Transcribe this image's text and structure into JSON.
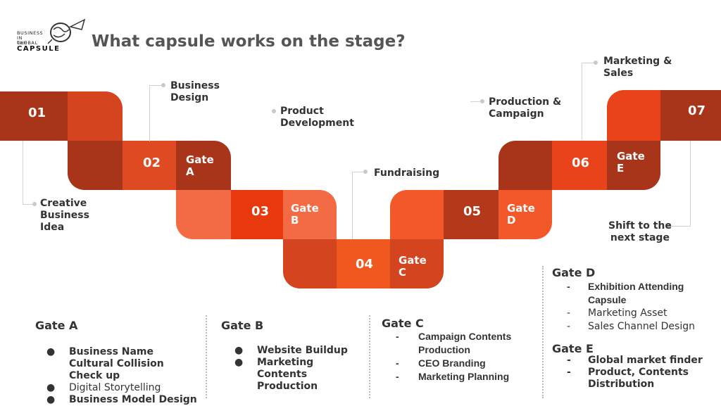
{
  "title": "What capsule works on the stage?",
  "logo": {
    "line1": "BUSINESS",
    "line2": "IN THE",
    "line3": "GLOBAL",
    "name": "CAPSULE"
  },
  "steps": {
    "s01": "01",
    "s02": "02",
    "s03": "03",
    "s04": "04",
    "s05": "05",
    "s06": "06",
    "s07": "07"
  },
  "gates": {
    "a": "Gate\nA",
    "b": "Gate\nB",
    "c": "Gate\nC",
    "d": "Gate\nD",
    "e": "Gate\nE"
  },
  "captions": {
    "creative": "Creative\nBusiness\nIdea",
    "business_design": "Business\nDesign",
    "product_dev": "Product\nDevelopment",
    "fundraising": "Fundraising",
    "production": "Production &\nCampaign",
    "marketing": "Marketing &\nSales",
    "shift": "Shift to the\nnext stage"
  },
  "colors": {
    "dark": "#a8351a",
    "mid": "#d4441f",
    "bright": "#e8431a",
    "light": "#f06e45"
  },
  "sections": {
    "gate_a": {
      "title": "Gate A",
      "items": [
        "Business Name Cultural Collision Check up",
        "Digital Storytelling",
        "Business Model Design"
      ]
    },
    "gate_b": {
      "title": "Gate B",
      "items": [
        "Website Buildup",
        "Marketing Contents Production"
      ]
    },
    "gate_c": {
      "title": "Gate C",
      "items": [
        "Campaign Contents Production",
        "CEO Branding",
        "Marketing Planning"
      ]
    },
    "gate_d": {
      "title": "Gate D",
      "items": [
        "Exhibition Attending Capsule",
        "Marketing Asset",
        "Sales Channel Design"
      ]
    },
    "gate_e": {
      "title": "Gate E",
      "items": [
        "Global market finder",
        "Product, Contents Distribution"
      ]
    },
    "bullet": "●",
    "dash": "-"
  }
}
